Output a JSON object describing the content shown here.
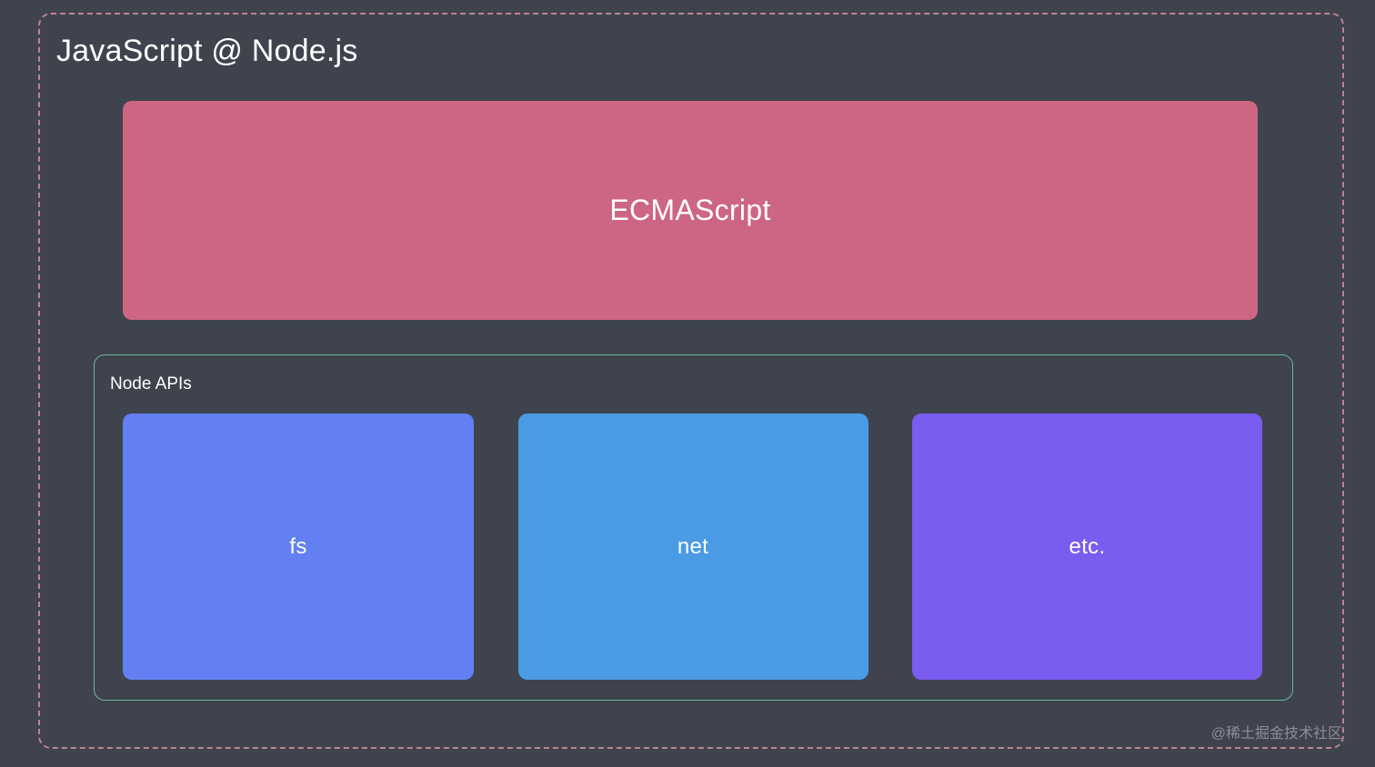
{
  "diagram": {
    "title": "JavaScript @ Node.js",
    "background_color": "#3e434d",
    "outer_frame": {
      "name": "dashed-boundary",
      "border_style": "dashed",
      "border_color": "#c08293"
    },
    "layers": [
      {
        "id": "ecmascript",
        "label": "ECMAScript",
        "color": "#cd6683",
        "text_color": "#ffffff"
      },
      {
        "id": "node-apis",
        "label": "Node APIs",
        "border_color": "#6cb69c",
        "text_color": "#ffffff",
        "modules": [
          {
            "id": "fs",
            "label": "fs",
            "color": "#6280f2",
            "text_color": "#ffffff"
          },
          {
            "id": "net",
            "label": "net",
            "color": "#4a9be4",
            "text_color": "#ffffff"
          },
          {
            "id": "etc",
            "label": "etc.",
            "color": "#7a5cf0",
            "text_color": "#ffffff"
          }
        ]
      }
    ]
  },
  "watermark": {
    "text": "@稀土掘金技术社区",
    "color": "#8c8f98"
  }
}
